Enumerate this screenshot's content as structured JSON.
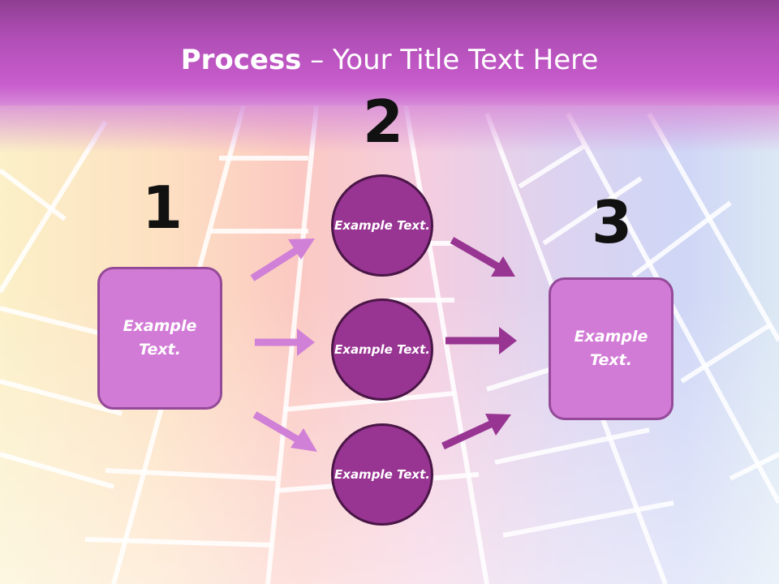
{
  "slide": {
    "title_bold": "Process",
    "title_rest": " – Your Title Text Here"
  },
  "steps": {
    "n1": "1",
    "n2": "2",
    "n3": "3"
  },
  "nodes": {
    "left_box": "Example Text.",
    "circle_top": "Example Text.",
    "circle_middle": "Example Text.",
    "circle_bottom": "Example Text.",
    "right_box": "Example Text."
  },
  "colors": {
    "title_bar": "#b04eb6",
    "box_fill": "#d27bd6",
    "circle_fill": "#983592",
    "arrow_light": "#d080d6",
    "arrow_dark": "#983592"
  }
}
